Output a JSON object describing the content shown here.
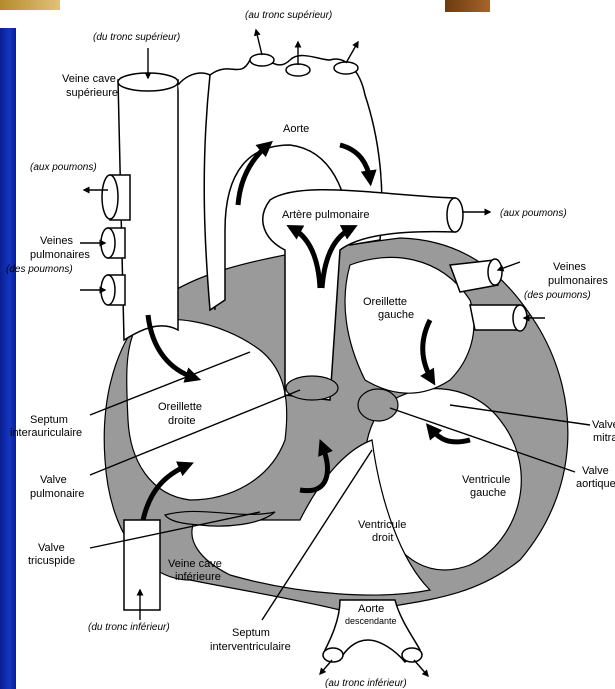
{
  "labels": {
    "tronc_sup_top": "(au tronc supérieur)",
    "tronc_sup_left": "(du tronc supérieur)",
    "veine_cave_sup": [
      "Veine cave",
      "supérieure"
    ],
    "aorte": "Aorte",
    "aux_poumons_left": "(aux poumons)",
    "aux_poumons_right": "(aux poumons)",
    "artere_pulmonaire": "Artère pulmonaire",
    "veines_pulm_left": [
      "Veines",
      "pulmonaires",
      "(des poumons)"
    ],
    "veines_pulm_right": [
      "Veines",
      "pulmonaires",
      "(des poumons)"
    ],
    "oreillette_gauche": [
      "Oreillette",
      "gauche"
    ],
    "oreillette_droite": [
      "Oreillette",
      "droite"
    ],
    "septum_inter_auric": [
      "Septum",
      "interauriculaire"
    ],
    "valve_mitrale": [
      "Valve",
      "mitrale"
    ],
    "valve_aortique": [
      "Valve",
      "aortique"
    ],
    "valve_pulmonaire": [
      "Valve",
      "pulmonaire"
    ],
    "ventricule_gauche": [
      "Ventricule",
      "gauche"
    ],
    "ventricule_droit": [
      "Ventricule",
      "droit"
    ],
    "valve_tricuspide": [
      "Valve",
      "tricuspide"
    ],
    "veine_cave_inf": [
      "Veine cave",
      "inférieure"
    ],
    "tronc_inf_left": "(du tronc inférieur)",
    "septum_inter_vent": [
      "Septum",
      "interventriculaire"
    ],
    "aorte_desc": [
      "Aorte",
      "descendante"
    ],
    "tronc_inf_bottom": "(au tronc inférieur)"
  }
}
